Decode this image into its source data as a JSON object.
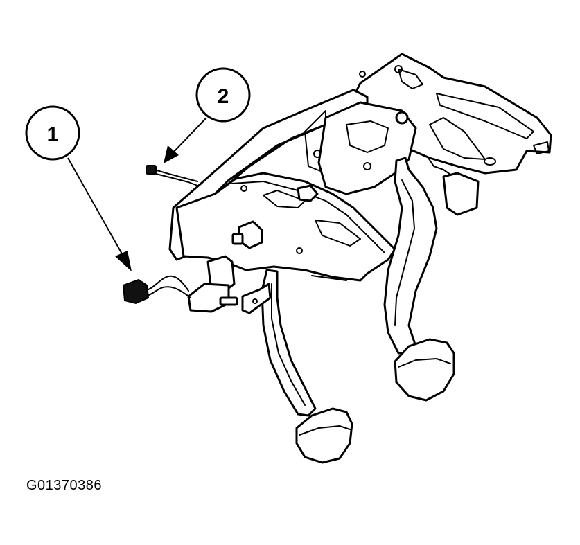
{
  "callouts": [
    {
      "id": "1",
      "label": "1"
    },
    {
      "id": "2",
      "label": "2"
    }
  ],
  "figure_code": "G01370386"
}
